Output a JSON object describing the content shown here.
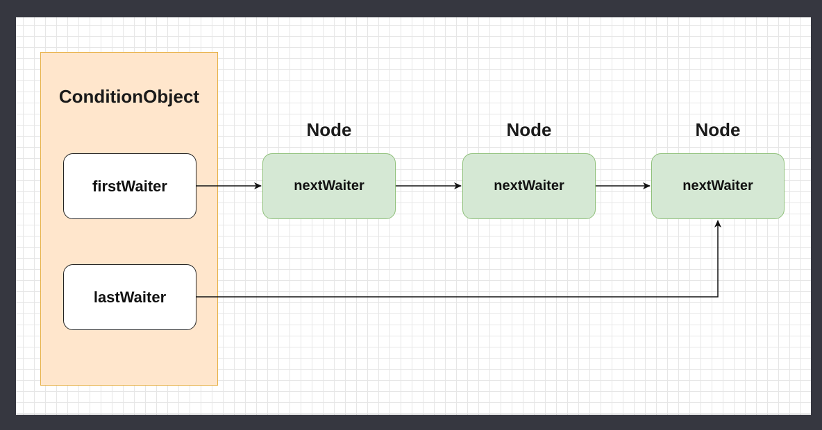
{
  "diagram": {
    "container": {
      "title": "ConditionObject",
      "fields": [
        "firstWaiter",
        "lastWaiter"
      ]
    },
    "nodes": [
      {
        "label": "Node",
        "field": "nextWaiter"
      },
      {
        "label": "Node",
        "field": "nextWaiter"
      },
      {
        "label": "Node",
        "field": "nextWaiter"
      }
    ],
    "edges": [
      {
        "from": "firstWaiter",
        "to": "node-1"
      },
      {
        "from": "node-1",
        "to": "node-2"
      },
      {
        "from": "node-2",
        "to": "node-3"
      },
      {
        "from": "lastWaiter",
        "to": "node-3"
      }
    ]
  },
  "colors": {
    "background": "#363740",
    "container_fill": "#ffe6cc",
    "container_border": "#e8b24a",
    "node_fill": "#d5e8d4",
    "node_border": "#8fc07a",
    "edge": "#111111"
  }
}
